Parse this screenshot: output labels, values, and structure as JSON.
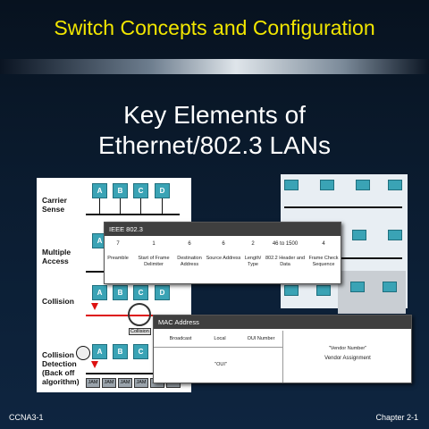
{
  "slide": {
    "title": "Switch Concepts and Configuration",
    "heading_line1": "Key Elements of",
    "heading_line2": "Ethernet/802.3 LANs"
  },
  "diagram": {
    "rows": [
      {
        "label": "Carrier\nSense"
      },
      {
        "label": "Multiple\nAccess"
      },
      {
        "label": "Collision"
      },
      {
        "label": "Collision\nDetection\n(Back off\nalgorithm)"
      }
    ],
    "stations": [
      "A",
      "B",
      "C",
      "D"
    ],
    "collision_tag": "Collision",
    "jam_label": "JAM"
  },
  "ieee_table": {
    "title": "IEEE 802.3",
    "fields": [
      {
        "bytes": "7",
        "name": "Preamble"
      },
      {
        "bytes": "1",
        "name": "Start of Frame\nDelimiter"
      },
      {
        "bytes": "6",
        "name": "Destination\nAddress"
      },
      {
        "bytes": "6",
        "name": "Source Address"
      },
      {
        "bytes": "2",
        "name": "Length/\nType"
      },
      {
        "bytes": "46 to 1500",
        "name": "802.2 Header and\nData"
      },
      {
        "bytes": "4",
        "name": "Frame Check\nSequence"
      }
    ]
  },
  "mac_table": {
    "title": "MAC Address",
    "col_broadcast": "Broadcast",
    "col_local": "Local",
    "col_oui_number": "OUI Number",
    "oui": "\"OUI\"",
    "vendor_number": "\"Vendor Number\"",
    "vendor_assignment": "Vendor Assignment"
  },
  "footer": {
    "left": "CCNA3-1",
    "right": "Chapter 2-1"
  },
  "colors": {
    "title": "#f2e600",
    "station": "#3aa3b5",
    "arrow": "#d11111"
  }
}
